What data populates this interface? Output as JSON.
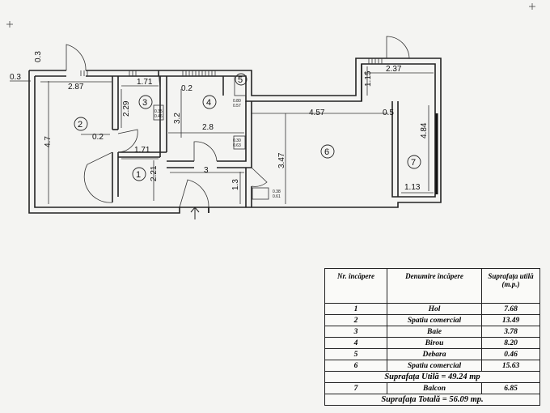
{
  "plan": {
    "dims": {
      "d03_top": "0.3",
      "d03_left": "0.3",
      "d287": "2.87",
      "d171_top": "1.71",
      "d02_top": "0.2",
      "d229": "2.29",
      "d32": "3.2",
      "d28": "2.8",
      "d457": "4.57",
      "d05": "0.5",
      "d237": "2.37",
      "d115": "1.15",
      "d484": "4.84",
      "d47": "4.7",
      "d02_left": "0.2",
      "d171_mid": "1.71",
      "d221": "2.21",
      "d3": "3",
      "d13": "1.3",
      "d347": "3.47",
      "d113": "1.13",
      "s080": "0.80",
      "s057": "0.57",
      "s030a": "0.30",
      "s063": "0.63",
      "s038": "0.38",
      "s061": "0.61",
      "s035": "0.35",
      "s046": "0.46"
    },
    "rooms": [
      "1",
      "2",
      "3",
      "4",
      "5",
      "6",
      "7"
    ]
  },
  "table": {
    "headers": [
      "Nr. încăpere",
      "Denumire încăpere",
      "Suprafața utilă (m.p.)"
    ],
    "rows": [
      {
        "nr": "1",
        "name": "Hol",
        "area": "7.68"
      },
      {
        "nr": "2",
        "name": "Spatiu comercial",
        "area": "13.49"
      },
      {
        "nr": "3",
        "name": "Baie",
        "area": "3.78"
      },
      {
        "nr": "4",
        "name": "Birou",
        "area": "8.20"
      },
      {
        "nr": "5",
        "name": "Debara",
        "area": "0.46"
      },
      {
        "nr": "6",
        "name": "Spatiu comercial",
        "area": "15.63"
      }
    ],
    "util_total": "Suprafața Utilă = 49.24 mp",
    "balcony": {
      "nr": "7",
      "name": "Balcon",
      "area": "6.85"
    },
    "grand_total": "Suprafața Totală = 56.09 mp."
  }
}
